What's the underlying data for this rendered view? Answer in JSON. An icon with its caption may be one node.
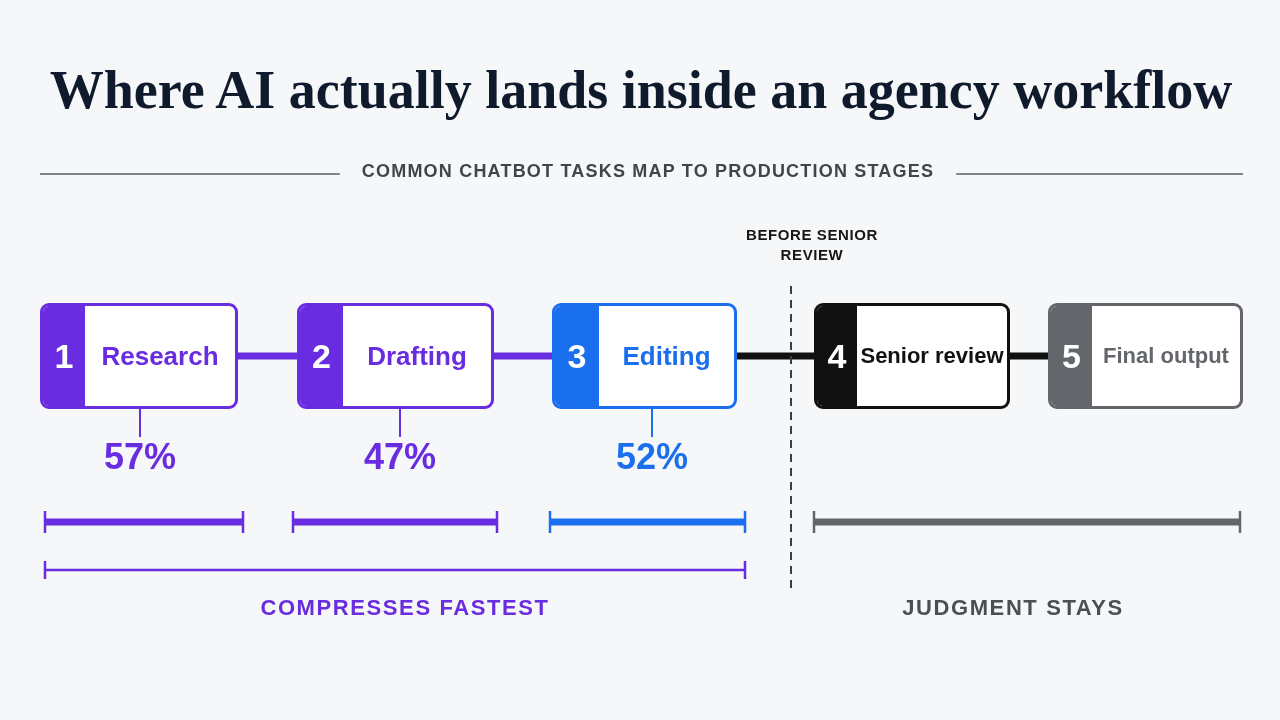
{
  "diagram": {
    "title": "Where AI actually lands inside an agency workflow",
    "nodes": [
      {
        "text": [
          "1",
          "Research"
        ]
      },
      {
        "text": [
          "2",
          "Drafting"
        ]
      },
      {
        "text": [
          "3",
          "Editing"
        ]
      },
      {
        "text": [
          "4",
          "Senior review"
        ]
      },
      {
        "text": [
          "5",
          "Final output"
        ]
      },
      {
        "text": [
          "57%"
        ]
      },
      {
        "text": [
          "47%"
        ]
      },
      {
        "text": [
          "52%"
        ]
      }
    ],
    "edges": [
      {
        "from": 0,
        "to": 1,
        "arrow": "none"
      },
      {
        "from": 1,
        "to": 2,
        "arrow": "none"
      },
      {
        "from": 2,
        "to": 3,
        "arrow": "none",
        "color": "#111111"
      },
      {
        "from": 3,
        "to": 4,
        "arrow": "none",
        "color": "#111111"
      },
      {
        "from": 0,
        "to": 5,
        "arrow": "none"
      },
      {
        "from": 1,
        "to": 6,
        "arrow": "none"
      },
      {
        "from": 2,
        "to": 7,
        "arrow": "none",
        "color": "#1a6fee"
      }
    ],
    "labels": [
      "COMMON CHATBOT TASKS MAP TO PRODUCTION STAGES",
      "BEFORE SENIOR REVIEW",
      "COMPRESSES FASTEST",
      "JUDGMENT STAYS"
    ]
  }
}
